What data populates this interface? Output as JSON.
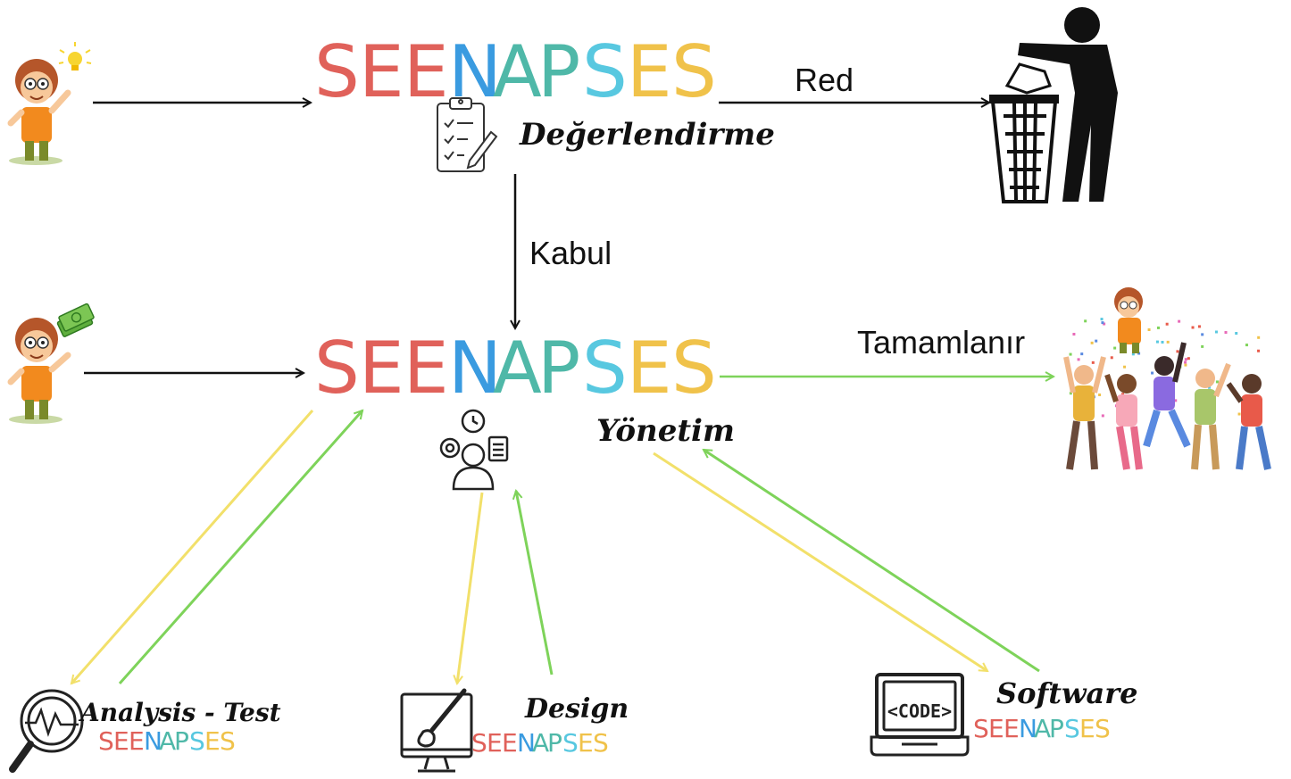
{
  "brand_letters": [
    "S",
    "E",
    "E",
    "N",
    "A",
    "P",
    "S",
    "E",
    "S"
  ],
  "brand_colors": [
    "#e0615a",
    "#e0615a",
    "#e0615a",
    "#3a9be0",
    "#4fb8a8",
    "#4fb8a8",
    "#58c8e0",
    "#f0c24a",
    "#f0c24a"
  ],
  "evaluation": {
    "label": "Değerlendirme",
    "reject_label": "Red",
    "accept_label": "Kabul"
  },
  "management": {
    "label": "Yönetim",
    "complete_label": "Tamamlanır"
  },
  "teams": {
    "analysis": {
      "title": "Analysis - Test"
    },
    "design": {
      "title": "Design"
    },
    "software": {
      "title": "Software"
    }
  },
  "colors": {
    "arrow_black": "#111111",
    "arrow_green": "#7ed35a",
    "arrow_yellow": "#f2e06a",
    "person_shirt": "#f28a1e",
    "person_hair": "#b5562a"
  },
  "icons": [
    "lightbulb-icon",
    "money-icon",
    "clipboard-checklist-icon",
    "trash-bin-icon",
    "management-people-icon",
    "celebration-crowd-icon",
    "analysis-magnifier-icon",
    "design-monitor-brush-icon",
    "code-laptop-icon"
  ]
}
